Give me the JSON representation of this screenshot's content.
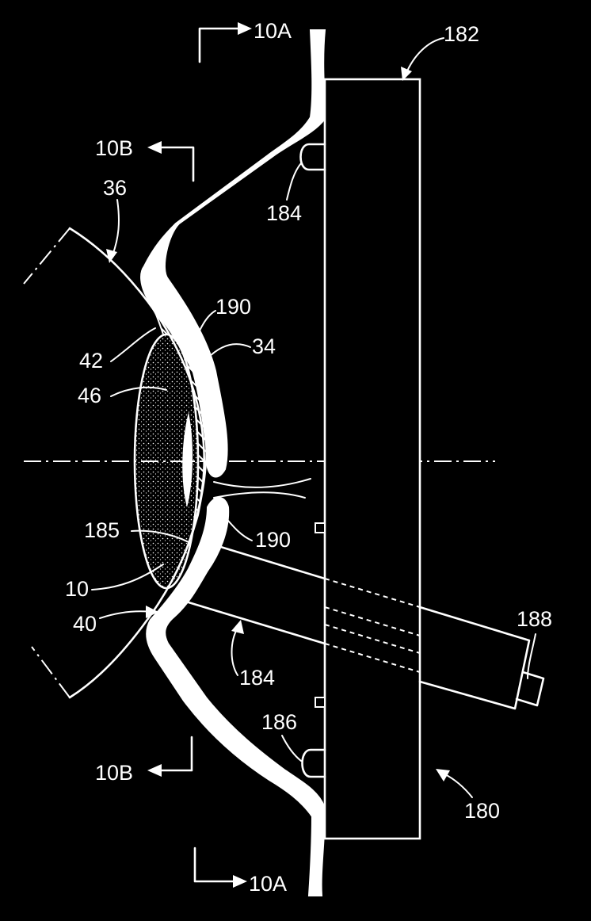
{
  "labels": {
    "section_10a_top": "10A",
    "section_10a_bottom": "10A",
    "section_10b_top": "10B",
    "section_10b_bottom": "10B",
    "ref_182": "182",
    "ref_184_upper": "184",
    "ref_184_lower": "184",
    "ref_36": "36",
    "ref_190_upper": "190",
    "ref_190_lower": "190",
    "ref_42": "42",
    "ref_34": "34",
    "ref_46": "46",
    "ref_185": "185",
    "ref_10": "10",
    "ref_40": "40",
    "ref_188": "188",
    "ref_186": "186",
    "ref_180": "180"
  },
  "colors": {
    "background": "#000000",
    "ink": "#ffffff"
  }
}
